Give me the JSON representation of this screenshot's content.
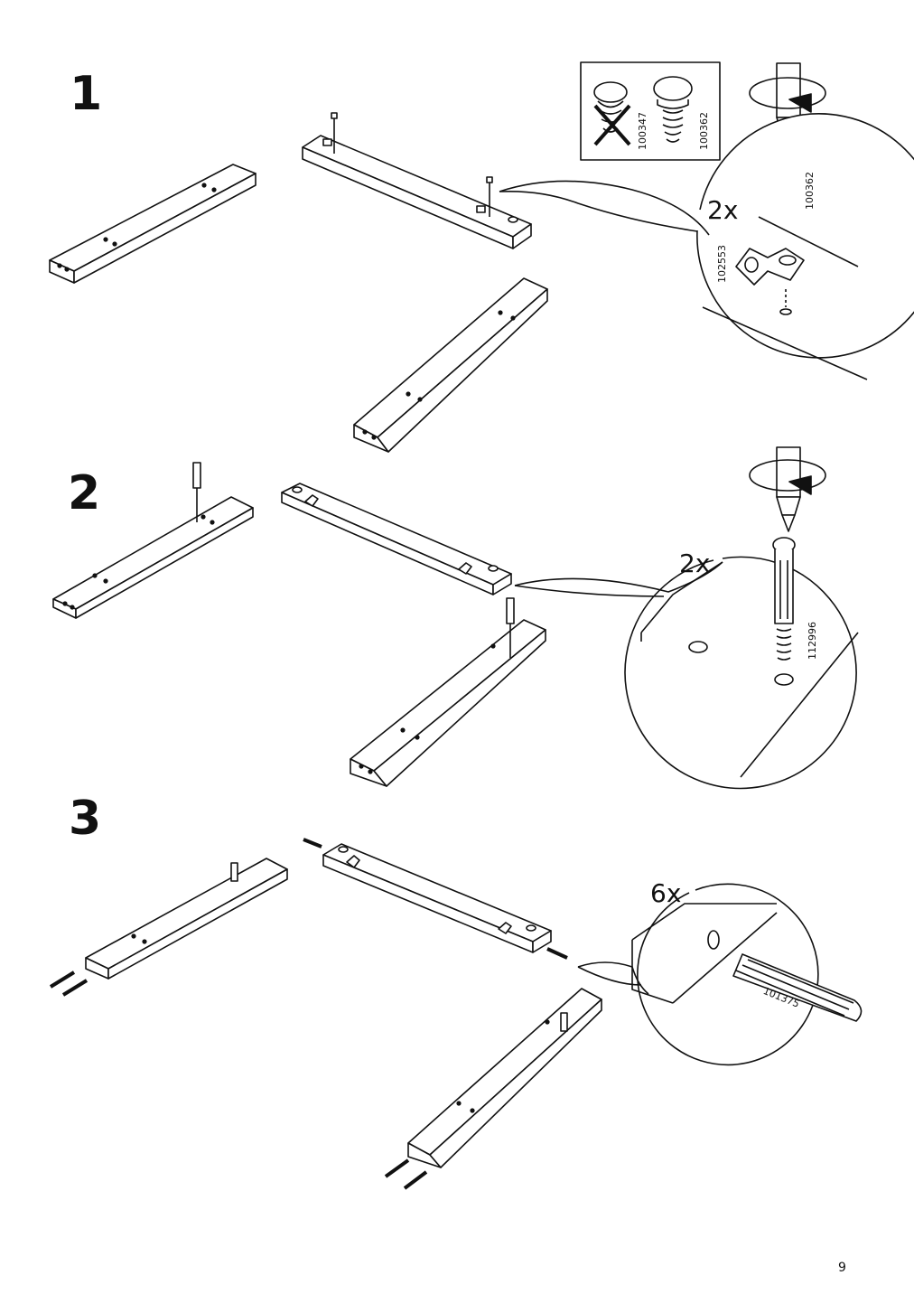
{
  "steps": [
    {
      "number": "1",
      "quantity": "2x",
      "parts": [
        "100347",
        "100362",
        "100362",
        "102553"
      ]
    },
    {
      "number": "2",
      "quantity": "2x",
      "parts": [
        "112996"
      ]
    },
    {
      "number": "3",
      "quantity": "6x",
      "parts": [
        "101375"
      ]
    }
  ],
  "page_number": "9",
  "icons": [
    "screwdriver-icon",
    "crossed-out-screw-icon",
    "dowel-icon",
    "cam-bolt-icon",
    "bracket-icon"
  ]
}
